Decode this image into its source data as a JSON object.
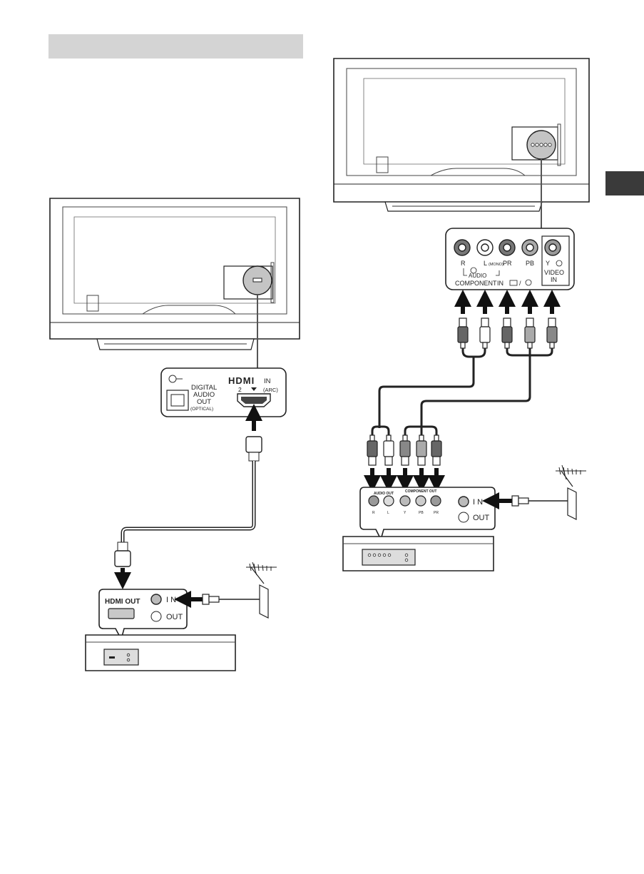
{
  "hdmi_panel": {
    "digital_audio_out": [
      "DIGITAL",
      "AUDIO",
      "OUT",
      "(OPTICAL)"
    ],
    "hdmi_logo": "HDMI",
    "hdmi_in": "IN",
    "port_number": "2",
    "arc": "(ARC)"
  },
  "box_a_panel": {
    "hdmi_out": "HDMI OUT",
    "antenna_in": "I N",
    "antenna_out": "OUT"
  },
  "component_panel": {
    "audio_r": "R",
    "audio_l": "L",
    "mono": "(MONO)",
    "audio": "AUDIO",
    "pr": "PR",
    "pb": "PB",
    "y": "Y",
    "component": "COMPONENT",
    "in": "IN",
    "video": "VIDEO",
    "video_in": "IN"
  },
  "box_b_panel": {
    "audio_out": "AUDIO OUT",
    "component_out": "COMPONENT OUT",
    "jack_r": "R",
    "jack_l": "L",
    "jack_y": "Y",
    "jack_pb": "PB",
    "jack_pr": "PR",
    "antenna_in": "I N",
    "antenna_out": "OUT"
  }
}
